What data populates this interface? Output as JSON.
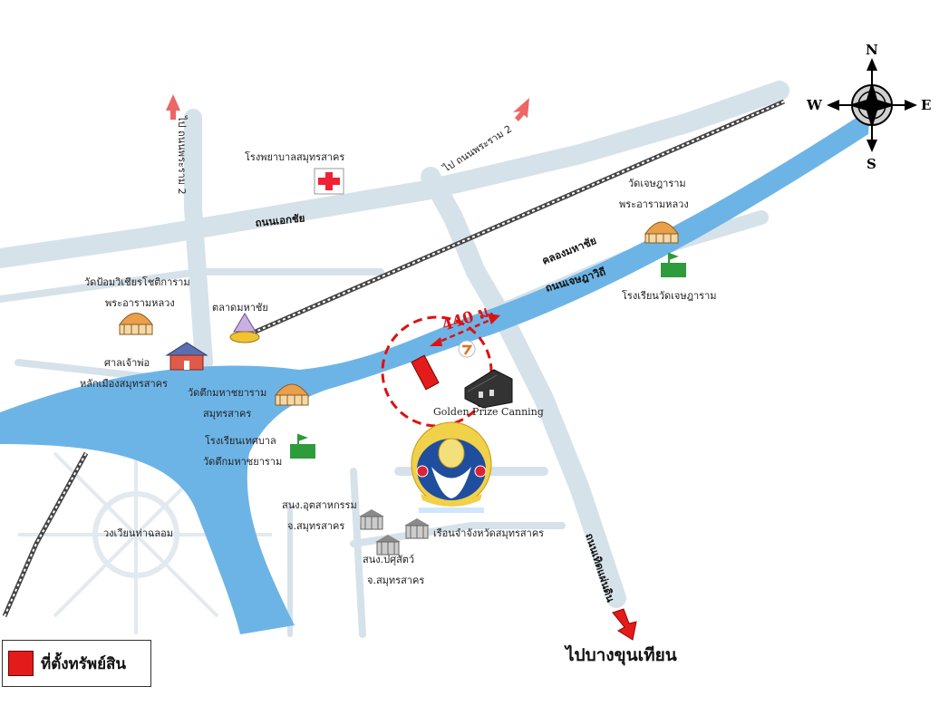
{
  "map": {
    "roads": {
      "ekachai": "ถนนเอกชัย",
      "rama2_left": "ไป ถนนพระราม 2",
      "rama2_mid": "ไป ถนนพระราม 2",
      "jetsada": "ถนนเจษฎาวิถี",
      "kanchana": "ถนนเทิดแผ่นดิน"
    },
    "canal": "คลองมหาชัย",
    "places": {
      "hospital": "โรงพยาบาลสมุทรสาคร",
      "wat_chet_line1": "วัดเจษฎาราม",
      "wat_chet_line2": "พระอารามหลวง",
      "school_chet": "โรงเรียนวัดเจษฎาราม",
      "wat_pom_line1": "วัดป้อมวิเชียรโชติการาม",
      "wat_pom_line2": "พระอารามหลวง",
      "market": "ตลาดมหาชัย",
      "shrine_line1": "ศาลเจ้าพ่อ",
      "shrine_line2": "หลักเมืองสมุทรสาคร",
      "wat_tuek_line1": "วัดตึกมหาชยาราม",
      "wat_tuek_line2": "สมุทรสาคร",
      "school_tuek_line1": "โรงเรียนเทศบาล",
      "school_tuek_line2": "วัดตึกมหาชยาราม",
      "industry_line1": "สนง.อุตสาหกรรม",
      "industry_line2": "จ.สมุทรสาคร",
      "prison": "เรือนจำจังหวัดสมุทรสาคร",
      "livestock_line1": "สนง.ปศุสัตว์",
      "livestock_line2": "จ.สมุทรสาคร",
      "roundabout": "วงเวียนท่าฉลอม",
      "factory": "Golden Prize Canning"
    },
    "distance": "440 ม.",
    "destination": "ไปบางขุนเทียน",
    "compass": {
      "n": "N",
      "s": "S",
      "e": "E",
      "w": "W"
    },
    "legend": {
      "label": "ที่ตั้งทรัพย์สิน",
      "color": "#e41b1b"
    },
    "colors": {
      "river": "#6db4e6",
      "road": "#d6e2ea",
      "marker": "#e41b1b",
      "school": "#2e9b3c"
    }
  }
}
